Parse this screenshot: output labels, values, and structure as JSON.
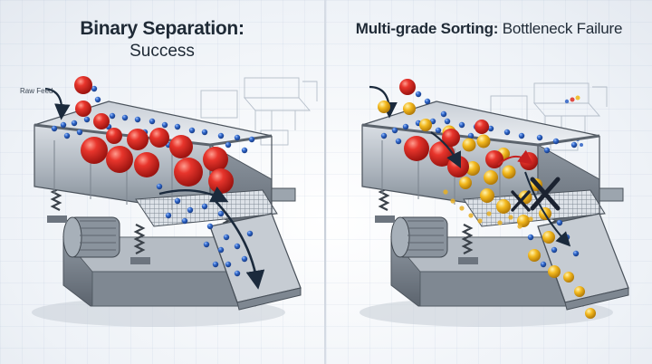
{
  "left_panel": {
    "title": "Binary Separation:",
    "subtitle": "Success",
    "feed_label": "Raw Feed"
  },
  "right_panel": {
    "title_bold": "Multi-grade Sorting:",
    "title_rest": "Bottleneck Failure"
  },
  "colors": {
    "large_particle": "#d8221c",
    "small_particle": "#2b5fbf",
    "medium_particle": "#f2b81c",
    "machine_steel": "#9aa3ad",
    "arrow": "#1b2a3c",
    "failure_mark": "#1b2230"
  },
  "icons": [
    "arrow-icon",
    "x-mark-icon",
    "motor-icon",
    "spring-icon",
    "blueprint-sketch"
  ]
}
